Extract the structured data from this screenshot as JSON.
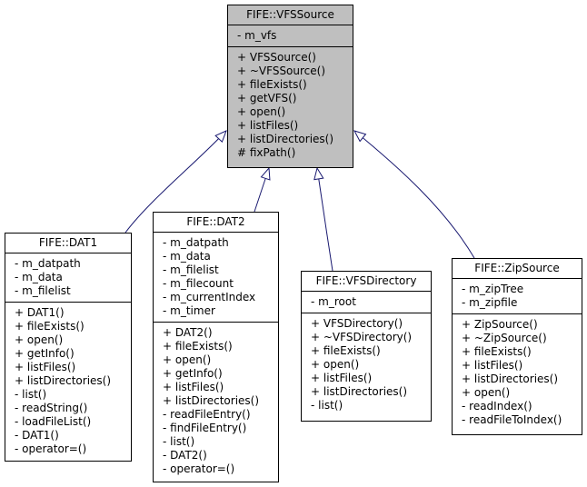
{
  "classes": {
    "vfssource": {
      "name": "FIFE::VFSSource",
      "attributes": [
        "- m_vfs"
      ],
      "methods": [
        "+ VFSSource()",
        "+ ~VFSSource()",
        "+ fileExists()",
        "+ getVFS()",
        "+ open()",
        "+ listFiles()",
        "+ listDirectories()",
        "# fixPath()"
      ]
    },
    "dat1": {
      "name": "FIFE::DAT1",
      "attributes": [
        "- m_datpath",
        "- m_data",
        "- m_filelist"
      ],
      "methods": [
        "+ DAT1()",
        "+ fileExists()",
        "+ open()",
        "+ getInfo()",
        "+ listFiles()",
        "+ listDirectories()",
        "- list()",
        "- readString()",
        "- loadFileList()",
        "- DAT1()",
        "- operator=()"
      ]
    },
    "dat2": {
      "name": "FIFE::DAT2",
      "attributes": [
        "- m_datpath",
        "- m_data",
        "- m_filelist",
        "- m_filecount",
        "- m_currentIndex",
        "- m_timer"
      ],
      "methods": [
        "+ DAT2()",
        "+ fileExists()",
        "+ open()",
        "+ getInfo()",
        "+ listFiles()",
        "+ listDirectories()",
        "- readFileEntry()",
        "- findFileEntry()",
        "- list()",
        "- DAT2()",
        "- operator=()"
      ]
    },
    "vfsdirectory": {
      "name": "FIFE::VFSDirectory",
      "attributes": [
        "- m_root"
      ],
      "methods": [
        "+ VFSDirectory()",
        "+ ~VFSDirectory()",
        "+ fileExists()",
        "+ open()",
        "+ listFiles()",
        "+ listDirectories()",
        "- list()"
      ]
    },
    "zipsource": {
      "name": "FIFE::ZipSource",
      "attributes": [
        "- m_zipTree",
        "- m_zipfile"
      ],
      "methods": [
        "+ ZipSource()",
        "+ ~ZipSource()",
        "+ fileExists()",
        "+ listFiles()",
        "+ listDirectories()",
        "+ open()",
        "- readIndex()",
        "- readFileToIndex()"
      ]
    }
  },
  "colors": {
    "base_fill": "#bfbfbf",
    "edge": "#191970"
  }
}
